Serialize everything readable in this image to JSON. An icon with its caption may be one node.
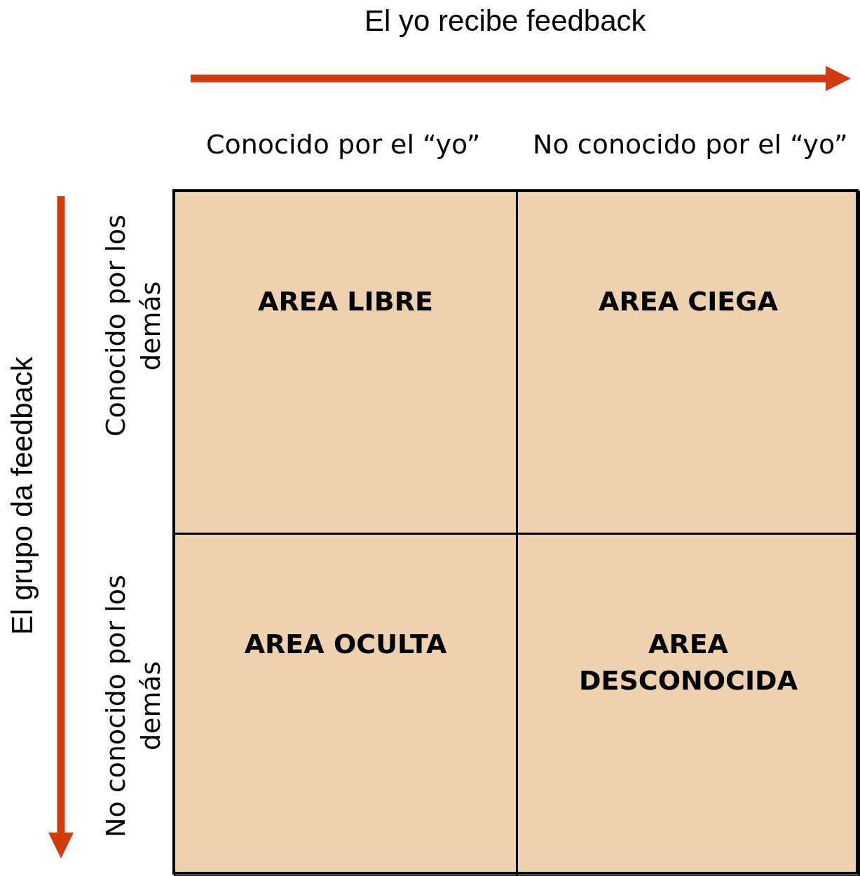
{
  "diagram": {
    "nodes": [
      {
        "text": [
          "AREA LIBRE"
        ]
      },
      {
        "text": [
          "AREA CIEGA"
        ]
      },
      {
        "text": [
          "AREA OCULTA"
        ]
      },
      {
        "text": [
          "AREA DESCONOCIDA"
        ]
      }
    ],
    "labels": [
      "El yo recibe feedback",
      "Conocido por el “yo”",
      "No conocido por el “yo”",
      "El grupo da feedback",
      "Conocido por los demás",
      "No conocido por los demás"
    ]
  }
}
